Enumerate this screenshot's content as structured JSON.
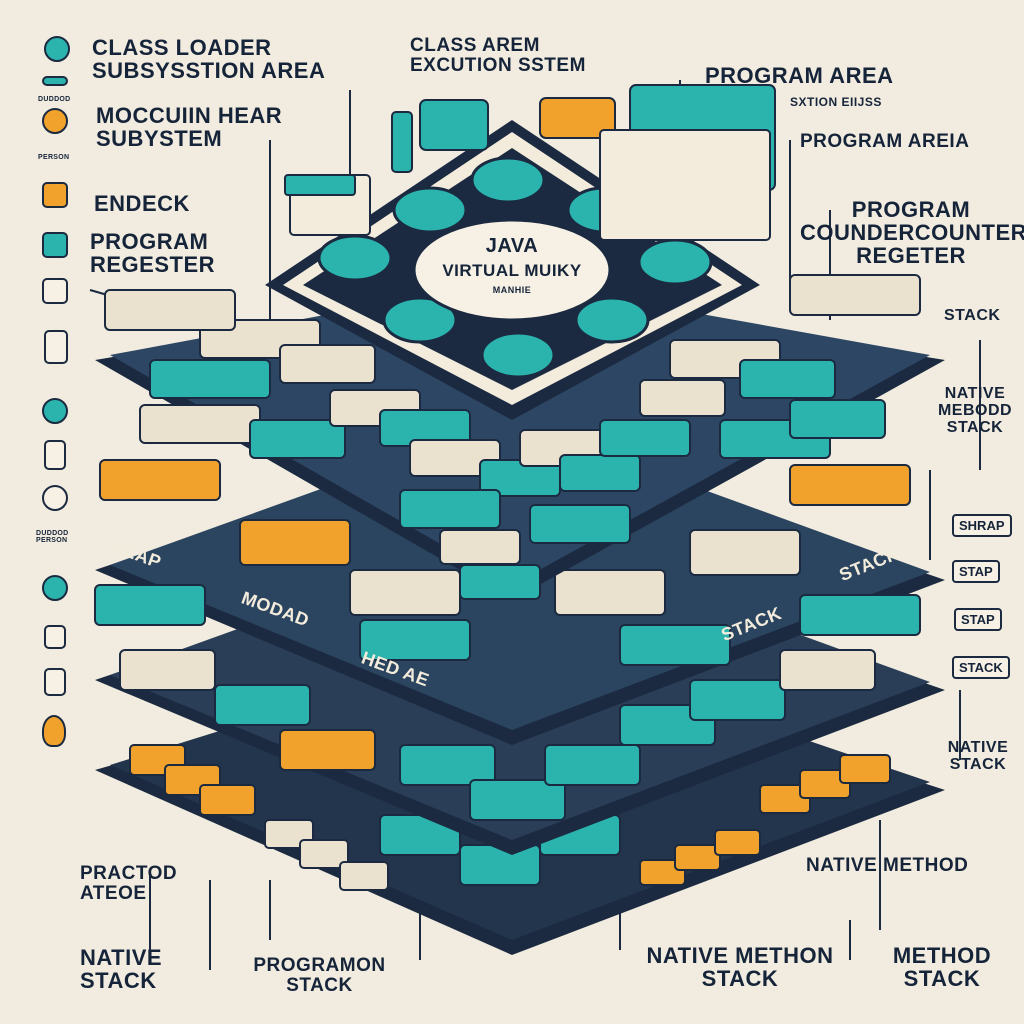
{
  "center": {
    "line1": "JAVA",
    "line2": "VIRTUAL MUIKY",
    "line3": "MANHIE"
  },
  "labels": {
    "class_loader": "CLASS LOADER\nSUBSYSSTION AREA",
    "class_area": "CLASS AREM\nEXCUTION SSTEM",
    "program_area_1": "PROGRAM AREA",
    "mirror_text": "SXTION EIIJSS",
    "moccutn": "MOCCUIIN  HEAR\nSUBYSTEM",
    "program_area_2": "PROGRAM AREIA",
    "endeck": "ENDECK",
    "program_counter": "PROGRAM\nCOUNDERCOUNTER\nREGETER",
    "program_regester": "PROGRAM\nREGESTER",
    "stack_right": "STACK",
    "native_mebod": "NATIVE\nMEBODD\nSTACK",
    "shrap": "SHRAP",
    "stap": "STAP",
    "stap2": "STAP",
    "stack_box": "STACK",
    "native_stack_right": "NATIVE\nSTACK",
    "native_method": "NATIVE METHOD",
    "practod": "PRACTOD\nATEOE",
    "native_stack_left": "NATIVE\nSTACK",
    "programon": "PROGRAMON\nSTACK",
    "native_methon": "NATIVE METHON\nSTACK",
    "method_stack": "METHOD\nSTACK",
    "band_heap": "HEAP",
    "band_modad": "MODAD",
    "band_hed": "HED AE",
    "band_stack_1": "STACK",
    "band_stack_2": "STACK",
    "mini_1": "DUDDOD",
    "mini_2": "PERSON",
    "mini_3": "DUDDOD\nPERSON"
  },
  "colors": {
    "teal": "#2bb3ad",
    "orange": "#f0a22c",
    "navy": "#1b2a40",
    "cream": "#f1ecdf"
  }
}
